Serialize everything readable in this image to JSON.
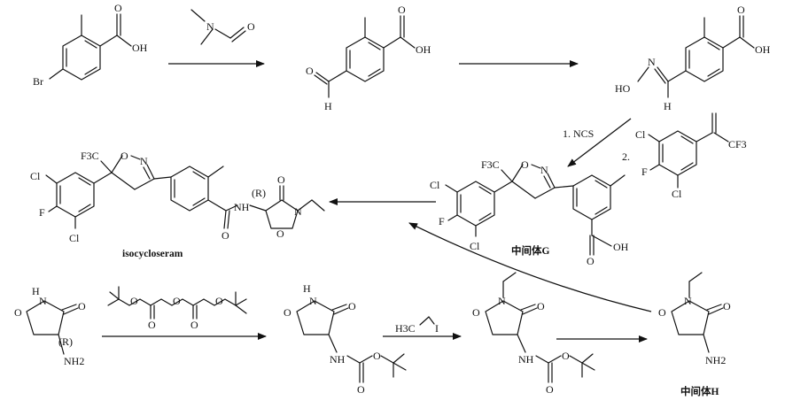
{
  "atoms": {
    "br": "Br",
    "oh": "OH",
    "ho": "HO",
    "h": "H",
    "n": "N",
    "o": "O",
    "cl": "Cl",
    "f": "F",
    "cf3": "CF3",
    "f3c": "F3C",
    "nh2": "NH2",
    "nh": "NH",
    "r": "(R)",
    "h3c": "H3C",
    "i": "I"
  },
  "steps": {
    "step_ncs_1": "1.   NCS",
    "step_ncs_2": "2."
  },
  "labels": {
    "product": "isocycloseram",
    "intermediate_g": "中间体G",
    "intermediate_h": "中间体H"
  }
}
